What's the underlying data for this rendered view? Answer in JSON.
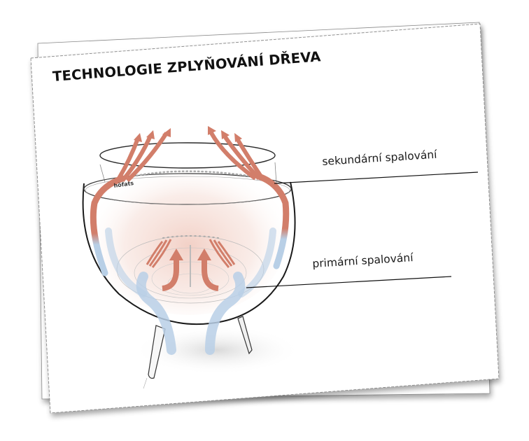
{
  "diagram": {
    "title": "TECHNOLOGIE ZPLYŇOVÁNÍ DŘEVA",
    "labels": {
      "secondary": "sekundární spalování",
      "primary": "primární spalování"
    },
    "brand_mark": "höfats",
    "colors": {
      "hot_air": "#d27e6a",
      "cool_air": "#b8cfe6",
      "glow": "#f3d4cb",
      "outline": "#1a1a1a",
      "paper": "#ffffff",
      "paper_edge": "#8a8a8a"
    }
  }
}
